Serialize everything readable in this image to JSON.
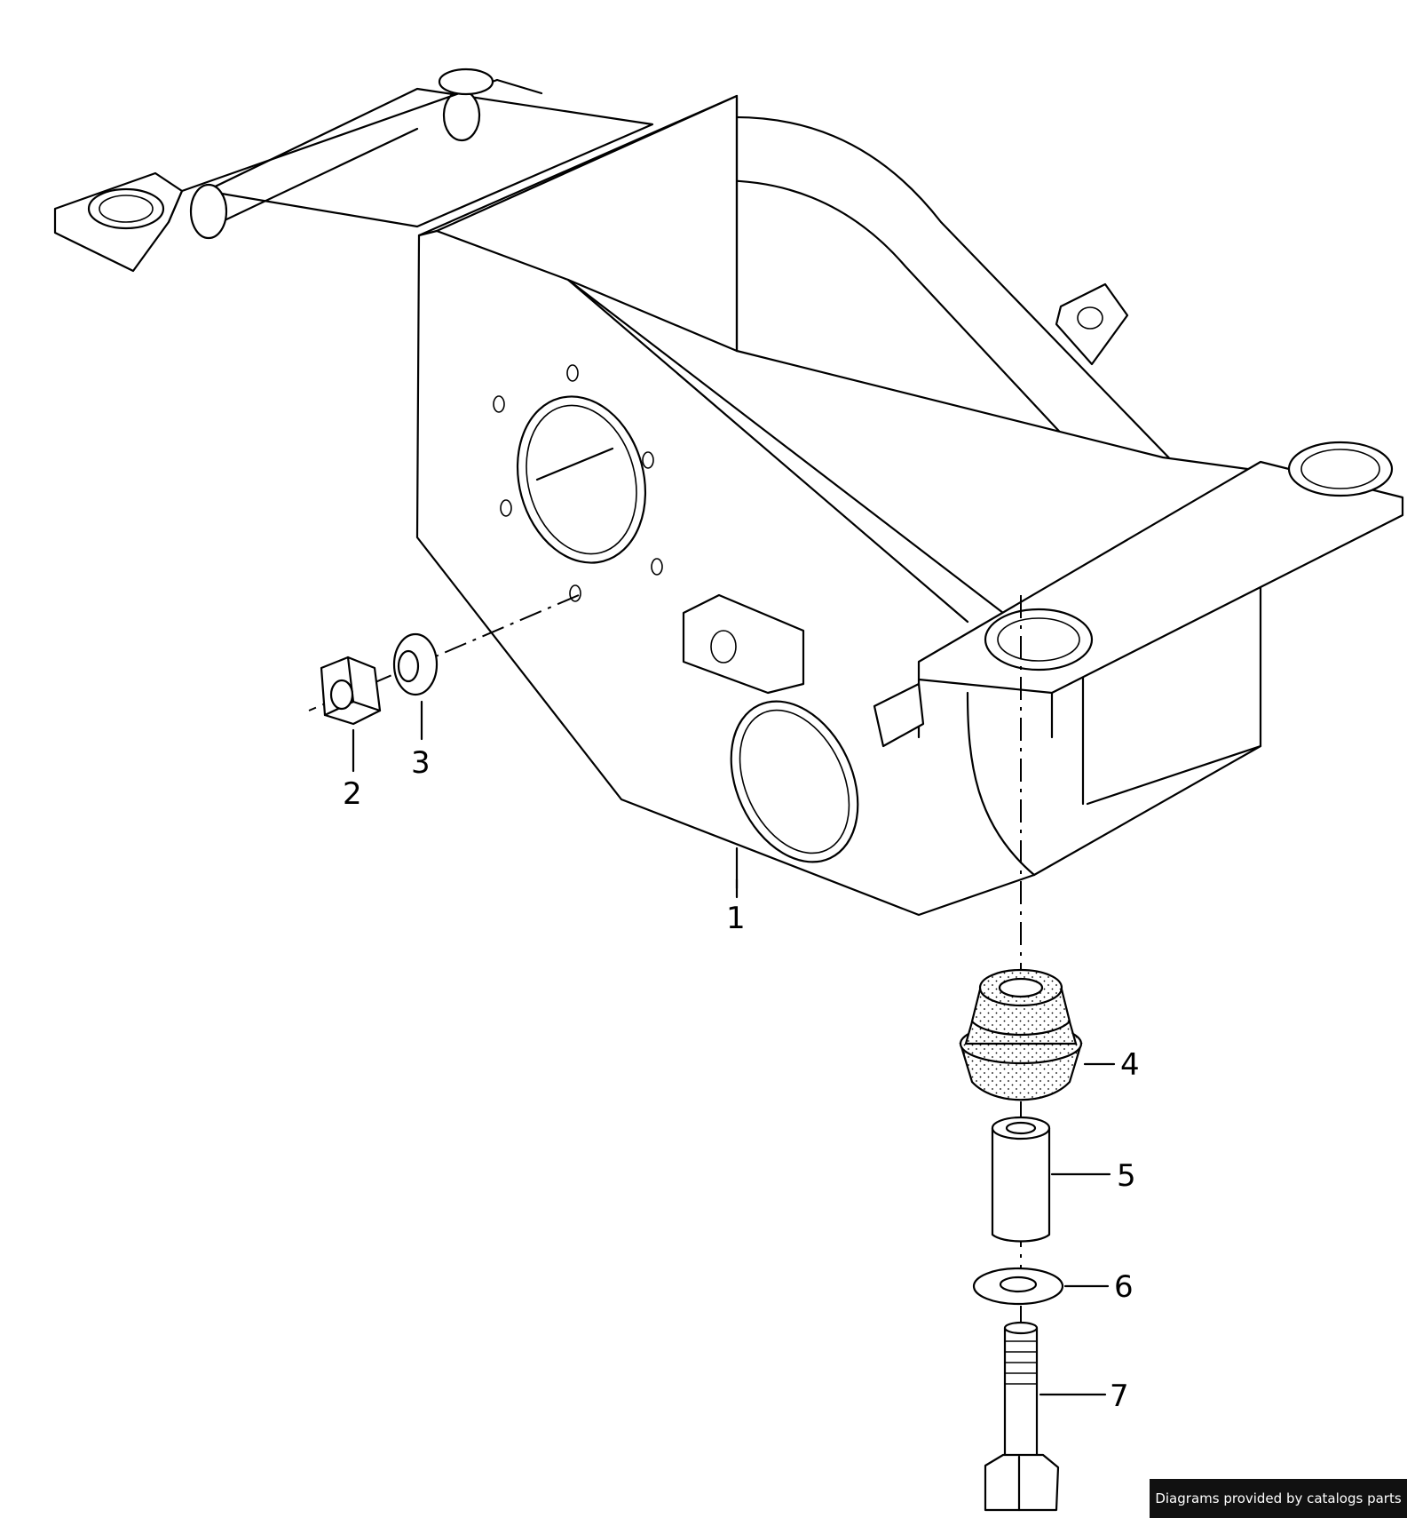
{
  "callouts": [
    {
      "id": "1",
      "label": "1"
    },
    {
      "id": "2",
      "label": "2"
    },
    {
      "id": "3",
      "label": "3"
    },
    {
      "id": "4",
      "label": "4"
    },
    {
      "id": "5",
      "label": "5"
    },
    {
      "id": "6",
      "label": "6"
    },
    {
      "id": "7",
      "label": "7"
    }
  ],
  "credit": "Diagrams provided by catalogs parts"
}
